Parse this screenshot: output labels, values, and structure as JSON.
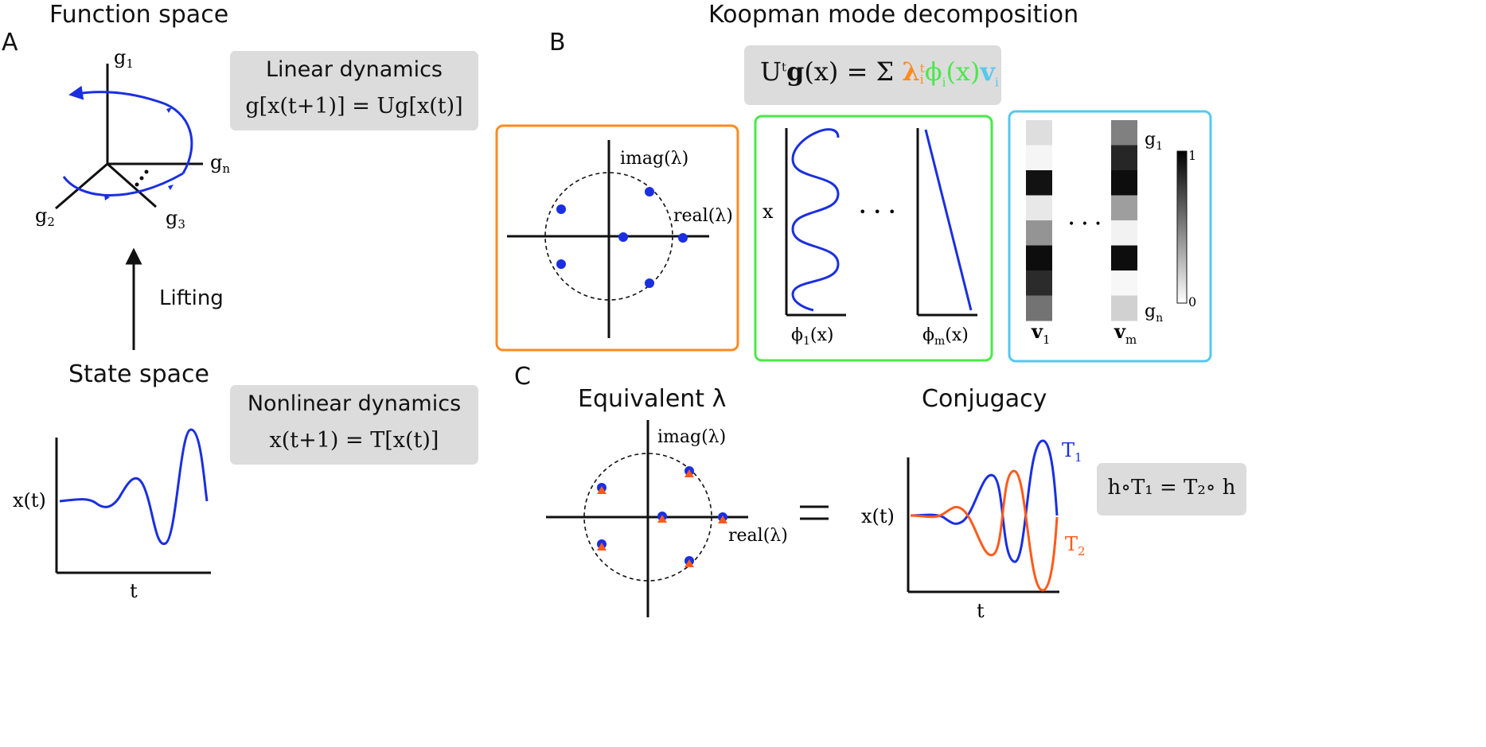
{
  "panels": {
    "A": {
      "label": "A",
      "title_function_space": "Function space",
      "title_state_space": "State space",
      "lifting": "Lifting"
    },
    "B": {
      "label": "B",
      "title": "Koopman mode decomposition"
    },
    "C": {
      "label": "C",
      "title_equivalent": "Equivalent λ",
      "title_conjugacy": "Conjugacy"
    }
  },
  "function_space_axes": {
    "g1": "g",
    "g1_sub": "1",
    "gn": "g",
    "gn_sub": "n",
    "g2": "g",
    "g2_sub": "2",
    "g3": "g",
    "g3_sub": "3"
  },
  "linear_box": {
    "title": "Linear dynamics",
    "equation": "g[x(t+1)] = Ug[x(t)]"
  },
  "nonlinear_box": {
    "title": "Nonlinear dynamics",
    "equation": "x(t+1) = T[x(t)]"
  },
  "state_plot": {
    "ylabel": "x(t)",
    "xlabel": "t"
  },
  "kmd_equation": {
    "lhs": "U",
    "lhs_sup": "t",
    "g": "g",
    "x": "(x) = Σ ",
    "lambda": "λ",
    "lambda_sup": "t",
    "lambda_sub": "i",
    "phi": "ϕ",
    "phi_sub": "i",
    "phi_arg": "(x)",
    "v": "v",
    "v_sub": "i"
  },
  "eig_panel": {
    "imag": "imag(λ)",
    "real": "real(λ)"
  },
  "eigenfunction_panel": {
    "ylabel": "x",
    "dots": "• • •",
    "phi1": "ϕ",
    "phi1_sub": "1",
    "phi1_arg": "(x)",
    "phim": "ϕ",
    "phim_sub": "m",
    "phim_arg": "(x)"
  },
  "modes_panel": {
    "v1": "v",
    "v1_sub": "1",
    "vm": "v",
    "vm_sub": "m",
    "g1": "g",
    "g1_sub": "1",
    "gn": "g",
    "gn_sub": "n",
    "dots": "• • •",
    "cbar_max": "1",
    "cbar_min": "0"
  },
  "mode_values": {
    "v1": [
      0.13,
      0.04,
      0.93,
      0.09,
      0.42,
      0.95,
      0.83,
      0.55
    ],
    "vm": [
      0.5,
      0.85,
      0.95,
      0.38,
      0.05,
      0.95,
      0.03,
      0.18
    ]
  },
  "equiv_panel": {
    "imag": "imag(λ)",
    "real": "real(λ)",
    "equals": "="
  },
  "conjugacy_plot": {
    "ylabel": "x(t)",
    "xlabel": "t",
    "T1": "T",
    "T1_sub": "1",
    "T2": "T",
    "T2_sub": "2"
  },
  "conjugacy_box": {
    "equation": "h∘T₁ = T₂∘ h"
  },
  "colors": {
    "blue": "#1a2fe0",
    "orange": "#ff8a1e",
    "green": "#4ae84a",
    "cyan": "#56c8ee",
    "tri_orange": "#ff5a1a",
    "box_grey": "#dcdcdc"
  }
}
